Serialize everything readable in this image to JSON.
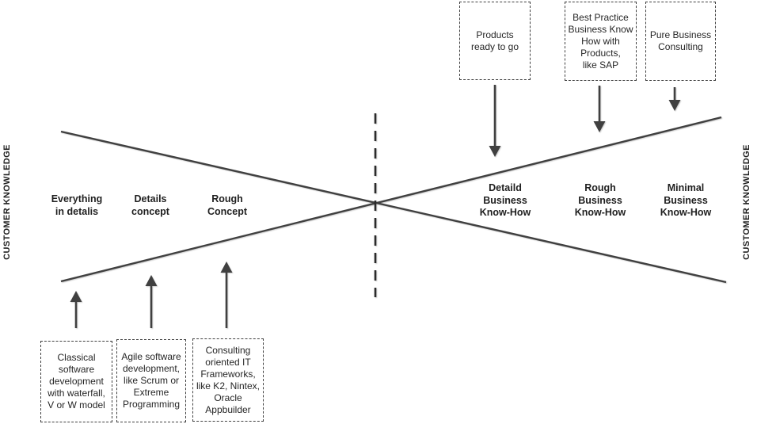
{
  "colors": {
    "line": "#404040",
    "text": "#262626",
    "box_border": "#404040",
    "background": "#ffffff"
  },
  "axis_labels": {
    "left": "CUSTOMER KNOWLEDGE",
    "right": "CUSTOMER KNOWLEDGE"
  },
  "top_boxes": [
    {
      "label": "Products\nready to go"
    },
    {
      "label": "Best Practice\nBusiness Know\nHow with\nProducts,\nlike SAP"
    },
    {
      "label": "Pure Business\nConsulting"
    }
  ],
  "bottom_boxes": [
    {
      "label": "Classical\nsoftware\ndevelopment\nwith waterfall,\nV or W model"
    },
    {
      "label": "Agile software\ndevelopment,\nlike Scrum or\nExtreme\nProgramming"
    },
    {
      "label": "Consulting\noriented IT\nFrameworks,\nlike K2, Nintex,\nOracle\nAppbuilder"
    }
  ],
  "left_stage_labels": [
    {
      "label": "Everything\nin detalis"
    },
    {
      "label": "Details\nconcept"
    },
    {
      "label": "Rough\nConcept"
    }
  ],
  "right_stage_labels": [
    {
      "label": "Detaild\nBusiness\nKnow-How"
    },
    {
      "label": "Rough\nBusiness\nKnow-How"
    },
    {
      "label": "Minimal\nBusiness\nKnow-How"
    }
  ]
}
